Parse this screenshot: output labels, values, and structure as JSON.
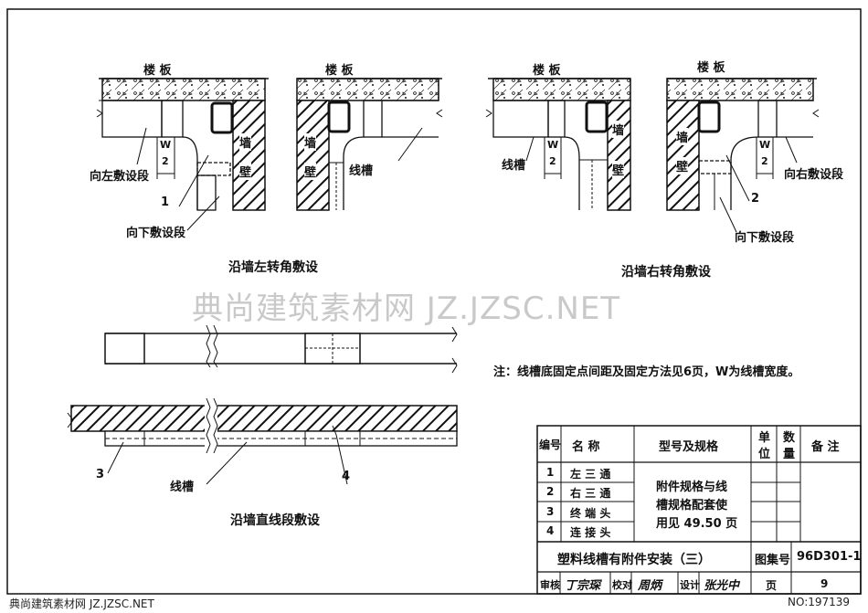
{
  "diagram": {
    "ceiling_label": "楼    板",
    "wall_label": "墙",
    "wall_label_2": "壁",
    "w_mark": "W",
    "w_mark_den": "2",
    "left_corner": {
      "left_segment": "向左敷设段",
      "down_segment": "向下敷设段",
      "item_number": "1",
      "caption": "沿墙左转角敷设"
    },
    "left_corner_2": {
      "duct": "线槽"
    },
    "right_corner": {
      "duct": "线槽",
      "right_segment": "向右敷设段",
      "down_segment": "向下敷设段",
      "item_number": "2",
      "caption": "沿墙右转角敷设"
    },
    "straight": {
      "duct": "线槽",
      "item_3": "3",
      "item_4": "4",
      "caption": "沿墙直线段敷设"
    },
    "note": "注：线槽底固定点间距及固定方法见6页，W为线槽宽度。"
  },
  "table": {
    "headers": {
      "no": "编号",
      "name": "名    称",
      "spec": "型号及规格",
      "unit_1": "单",
      "unit_2": "位",
      "qty_1": "数",
      "qty_2": "量",
      "remark": "备  注"
    },
    "rows": [
      {
        "no": "1",
        "name": "左  三  通"
      },
      {
        "no": "2",
        "name": "右  三  通"
      },
      {
        "no": "3",
        "name": "终  端  头"
      },
      {
        "no": "4",
        "name": "连  接  头"
      }
    ],
    "spec_text_1": "附件规格与线",
    "spec_text_2": "槽规格配套使",
    "spec_text_3": "用见 49.50 页",
    "title": "塑料线槽有附件安装（三）",
    "atlas_label": "图集号",
    "atlas_no": "96D301-1",
    "review_label": "审核",
    "review_sign": "丁宗琛",
    "check_label": "校对",
    "check_sign": "周炳",
    "design_label": "设计",
    "design_sign": "张光中",
    "page_label": "页",
    "page_no": "9"
  },
  "watermark": "典尚建筑素材网  JZ.JZSC.NET",
  "footer": {
    "left": "典尚建筑素材网 JZ.JZSC.NET",
    "right": "NO:197139"
  }
}
